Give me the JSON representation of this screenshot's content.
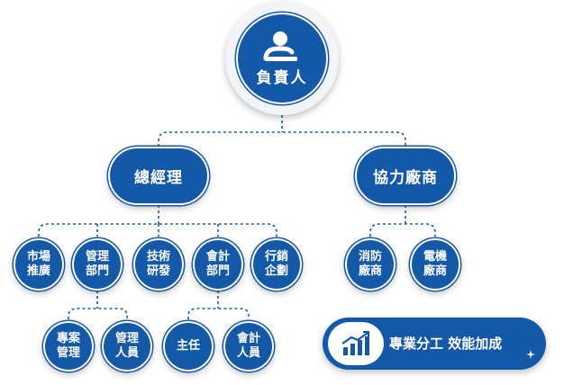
{
  "root": {
    "label": "負責人",
    "icon": "person-icon"
  },
  "level1": {
    "gm": "總經理",
    "partners": "協力廠商"
  },
  "departments": {
    "market": "市場\n推廣",
    "management": "管理\n部門",
    "tech": "技術\n研發",
    "accounting": "會計\n部門",
    "marketing": "行銷\n企劃"
  },
  "partner_items": {
    "fire": "消防\n廠商",
    "electric": "電機\n廠商"
  },
  "management_sub": {
    "project": "專案\n管理",
    "admin": "管理\n人員"
  },
  "accounting_sub": {
    "supervisor": "主任",
    "accountant": "會計\n人員"
  },
  "slogan": {
    "text": "專業分工 效能加成",
    "icon": "growth-chart-icon"
  },
  "colors": {
    "primary": "#1458a8",
    "connector": "#1e5aa0"
  }
}
